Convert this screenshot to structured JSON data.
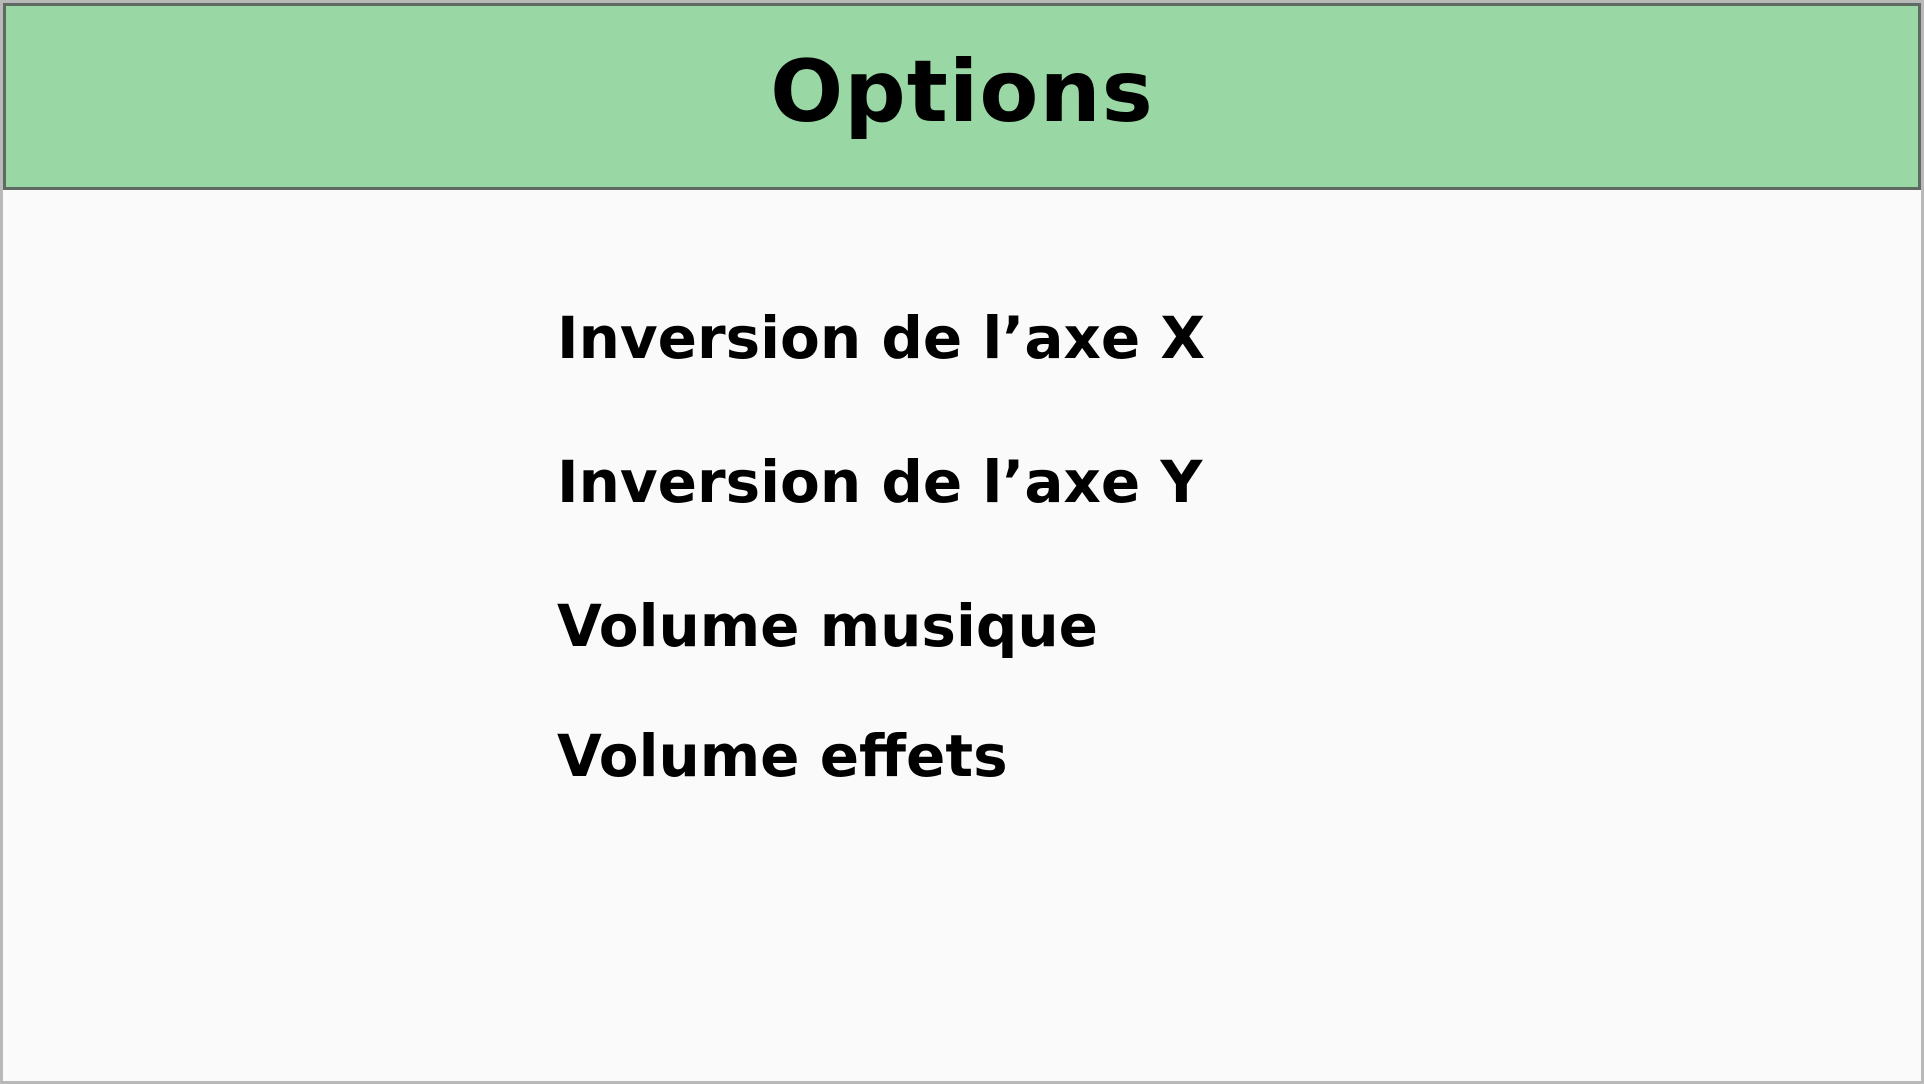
{
  "header": {
    "title": "Options",
    "background_color": "#99d8a4"
  },
  "menu": {
    "items": [
      {
        "label": "Inversion de l’axe X"
      },
      {
        "label": "Inversion de l’axe Y"
      },
      {
        "label": "Volume musique"
      },
      {
        "label": "Volume effets"
      }
    ]
  }
}
